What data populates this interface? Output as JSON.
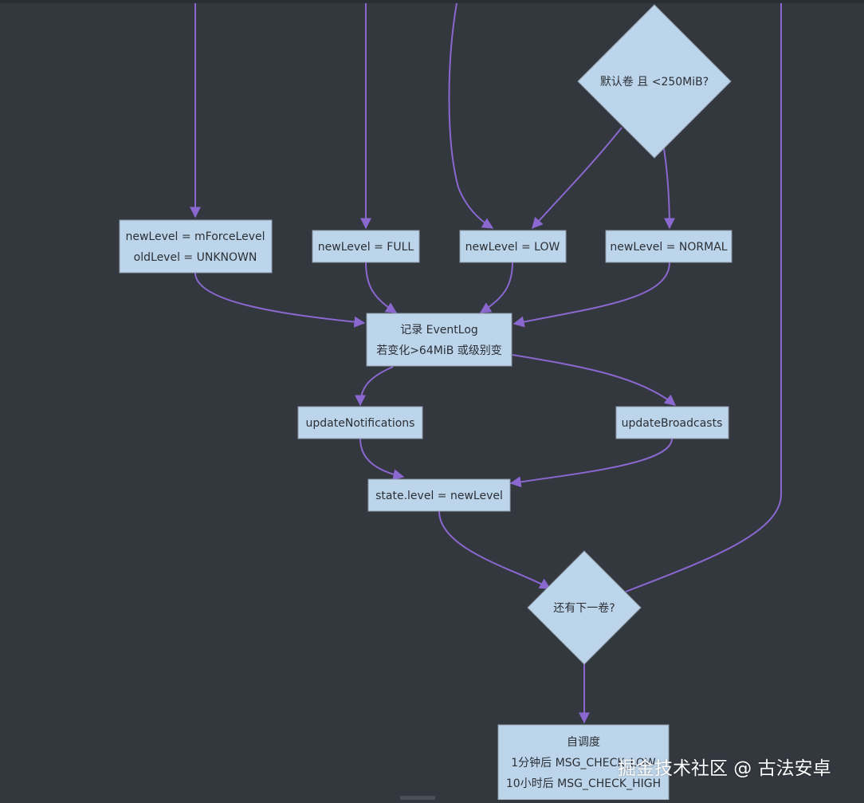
{
  "colors": {
    "background": "#33373e",
    "node_fill": "#bdd5ea",
    "node_stroke": "#8e9aa8",
    "edge": "#8a68d0",
    "text": "#2b2f36"
  },
  "nodes": {
    "decision_default_volume": "默认卷 且 <250MiB?",
    "force_level": [
      "newLevel = mForceLevel",
      "oldLevel = UNKNOWN"
    ],
    "level_full": "newLevel = FULL",
    "level_low": "newLevel = LOW",
    "level_normal": "newLevel = NORMAL",
    "record_eventlog": [
      "记录 EventLog",
      "若变化>64MiB 或级别变"
    ],
    "update_notifications": "updateNotifications",
    "update_broadcasts": "updateBroadcasts",
    "state_level": "state.level = newLevel",
    "decision_next_volume": "还有下一卷?",
    "self_schedule": [
      "自调度",
      "1分钟后 MSG_CHECK_LOW",
      "10小时后 MSG_CHECK_HIGH"
    ]
  },
  "watermark": "掘金技术社区 @ 古法安卓"
}
